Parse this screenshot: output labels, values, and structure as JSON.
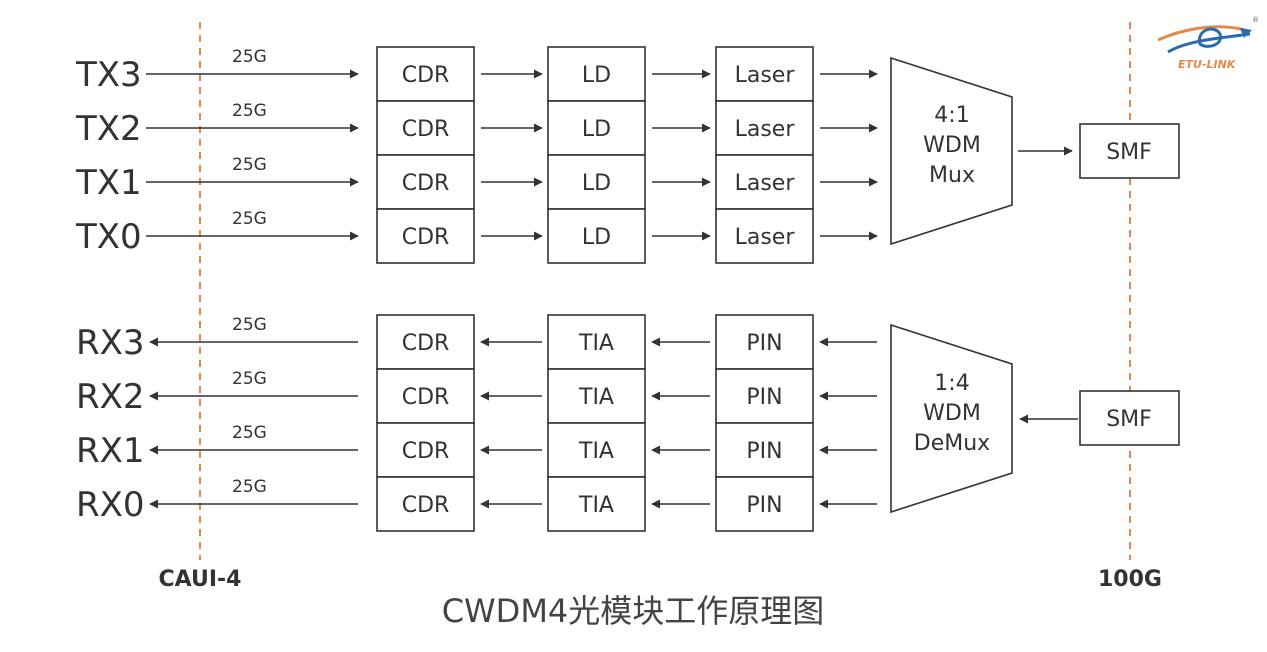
{
  "tx": {
    "lanes": [
      "TX3",
      "TX2",
      "TX1",
      "TX0"
    ],
    "rate": "25G",
    "stages": [
      "CDR",
      "LD",
      "Laser"
    ],
    "mux_lines": [
      "4:1",
      "WDM",
      "Mux"
    ],
    "fiber": "SMF"
  },
  "rx": {
    "lanes": [
      "RX3",
      "RX2",
      "RX1",
      "RX0"
    ],
    "rate": "25G",
    "stages": [
      "CDR",
      "TIA",
      "PIN"
    ],
    "demux_lines": [
      "1:4",
      "WDM",
      "DeMux"
    ],
    "fiber": "SMF"
  },
  "boundaries": {
    "left": "CAUI-4",
    "right": "100G"
  },
  "caption": "CWDM4光模块工作原理图",
  "logo": {
    "text": "ETU-LINK",
    "trademark": "®"
  },
  "colors": {
    "line": "#333333",
    "dashed_boundary": "#e3894a",
    "logo_blue": "#2b6cb0",
    "logo_orange": "#e3894a"
  }
}
